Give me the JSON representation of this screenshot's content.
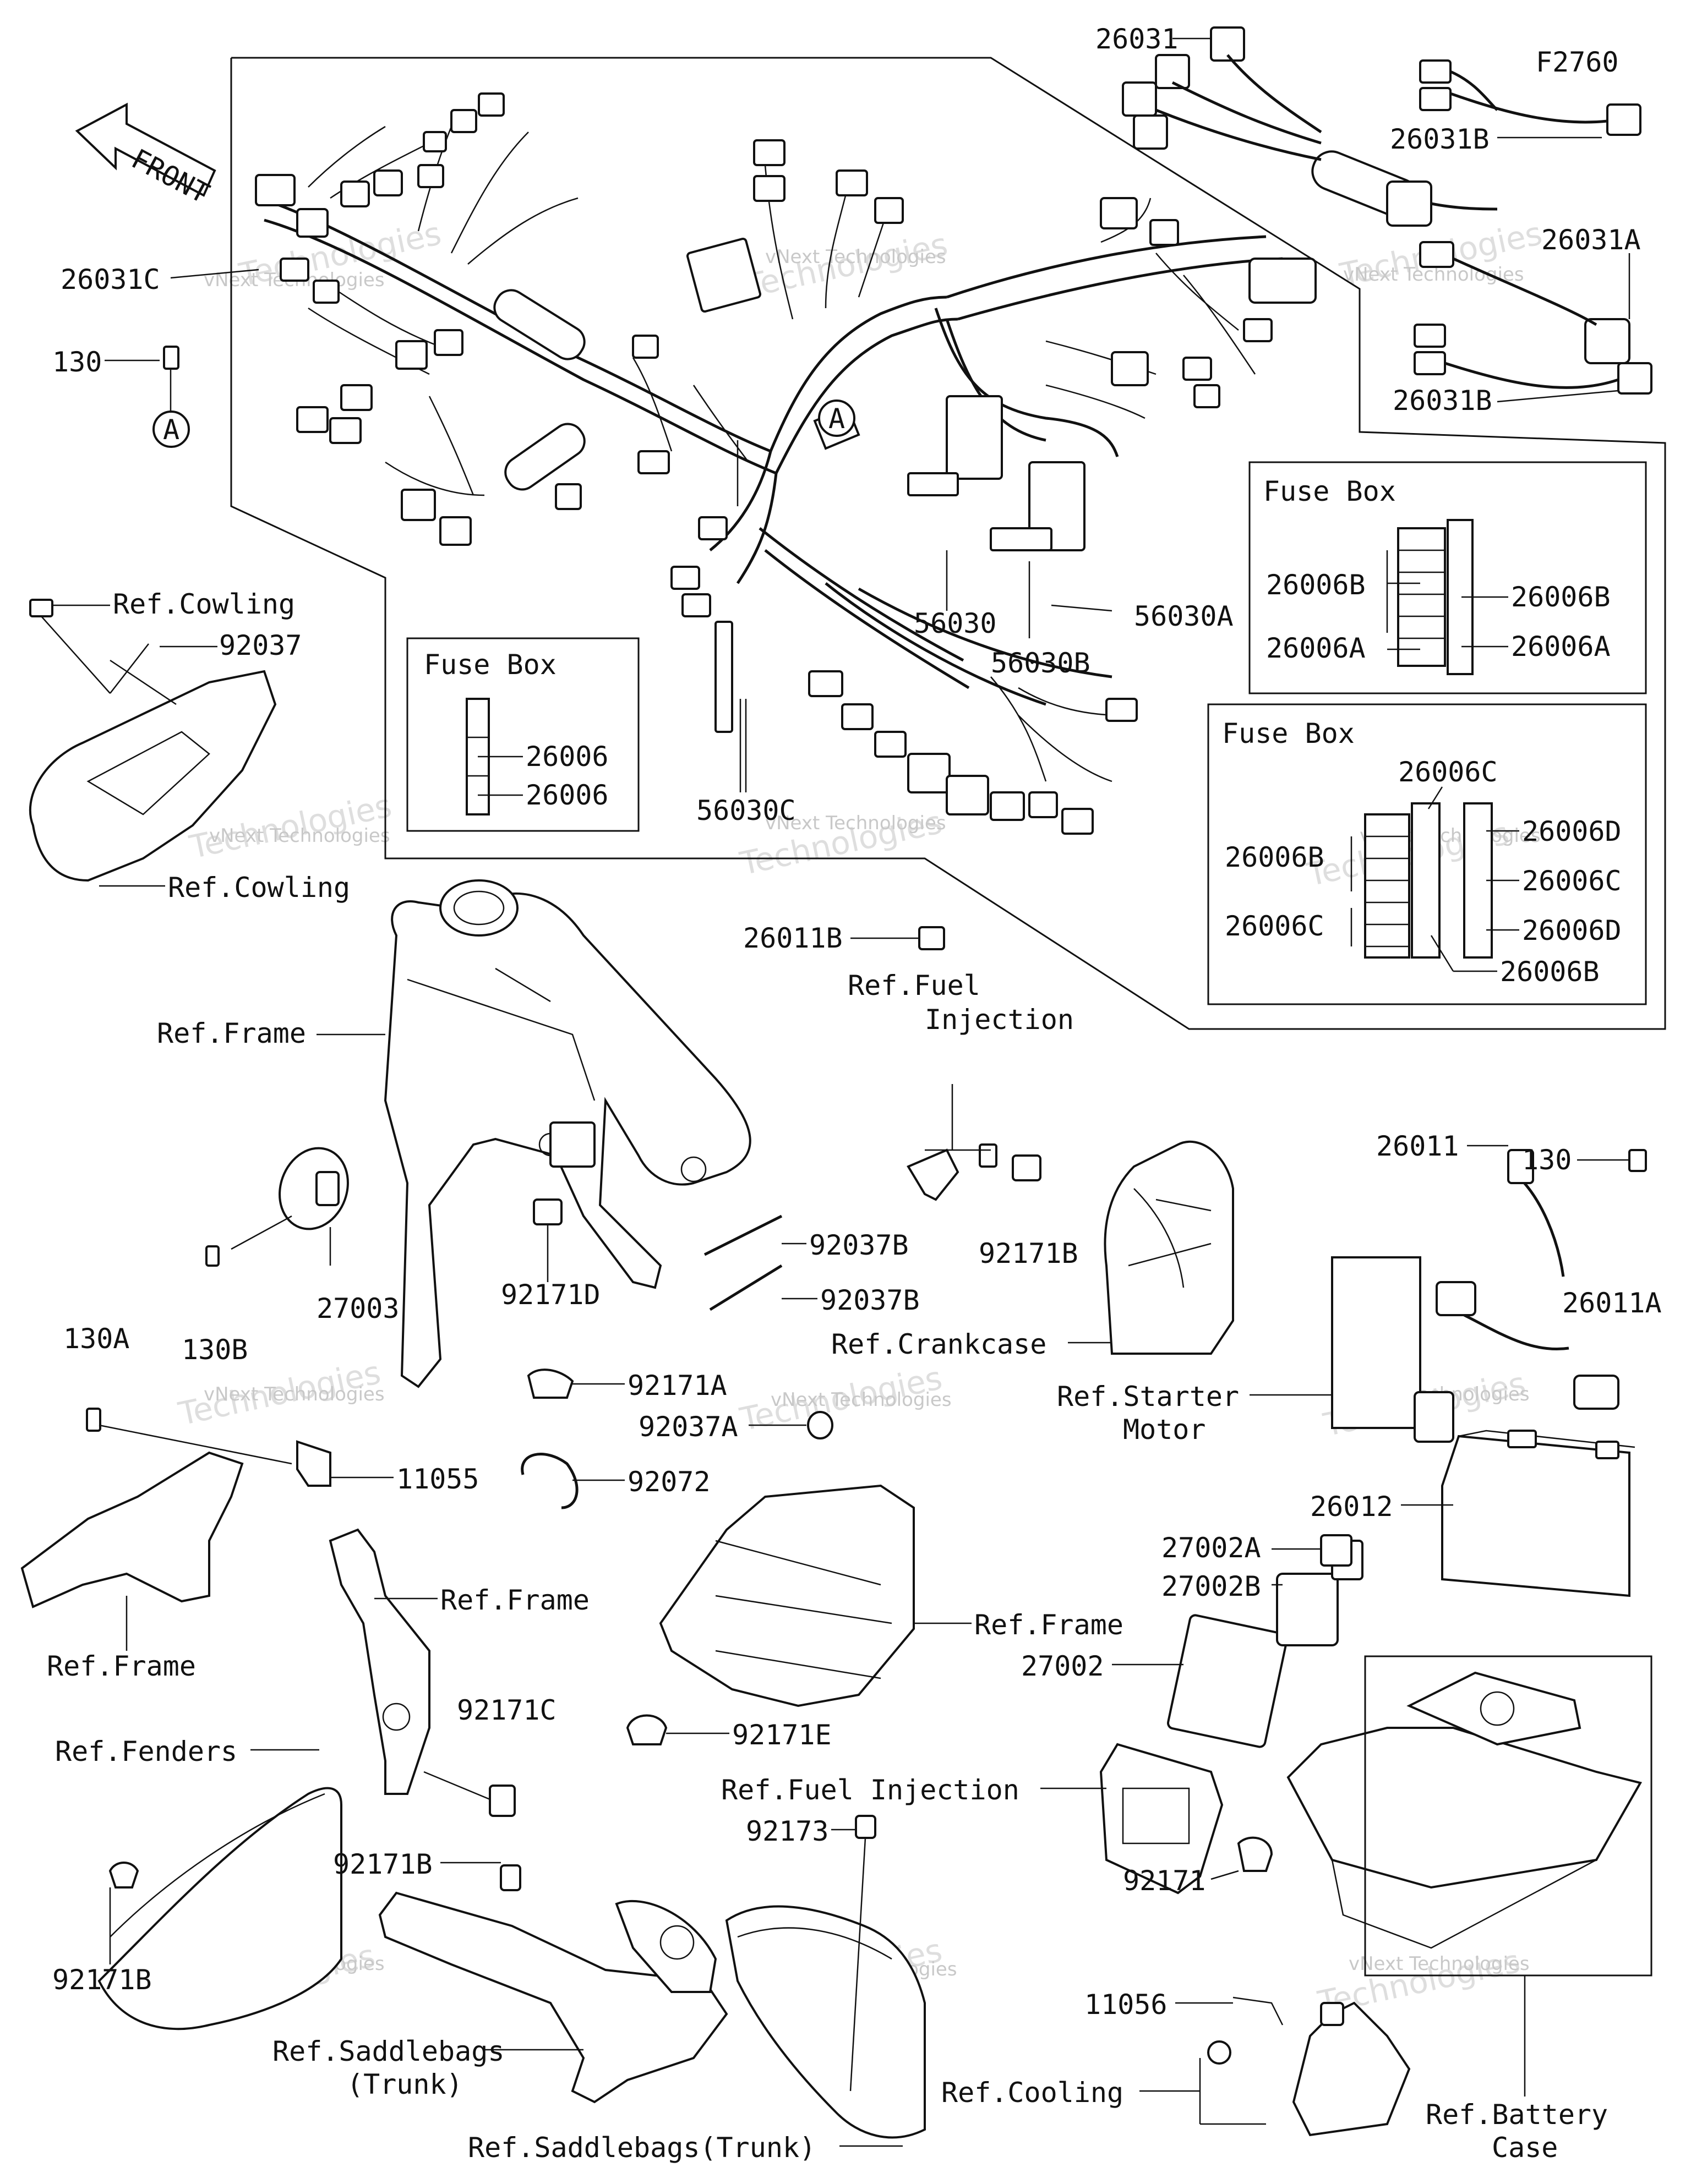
{
  "figure_code": "F2760",
  "front_arrow_label": "FRONT",
  "ref_marker": "A",
  "fuse_box_title": "Fuse Box",
  "watermark": {
    "line1": "vNext",
    "line2": "vNext Technologies",
    "line3": "Technologies"
  },
  "labels": {
    "p26031": "26031",
    "p26031A": "26031A",
    "p26031B_top": "26031B",
    "p26031B_bot": "26031B",
    "p26031C": "26031C",
    "p130_top": "130",
    "p92037": "92037",
    "ref_cowling_top": "Ref.Cowling",
    "ref_cowling_bot": "Ref.Cowling",
    "p56030": "56030",
    "p56030A": "56030A",
    "p56030B": "56030B",
    "p56030C": "56030C",
    "p26006_1": "26006",
    "p26006_2": "26006",
    "p26006B_l": "26006B",
    "p26006B_r": "26006B",
    "p26006A_l": "26006A",
    "p26006A_r": "26006A",
    "p26006C_top": "26006C",
    "p26006D_top": "26006D",
    "p26006B_mid": "26006B",
    "p26006C_r": "26006C",
    "p26006C_l": "26006C",
    "p26006D_bot": "26006D",
    "p26006B_bot": "26006B",
    "p26011B": "26011B",
    "ref_fuel_inj_1": "Ref.Fuel",
    "ref_fuel_inj_2": "Injection",
    "ref_frame_top": "Ref.Frame",
    "p92171B_mid": "92171B",
    "p92037B_1": "92037B",
    "p92037B_2": "92037B",
    "ref_crankcase": "Ref.Crankcase",
    "p27003": "27003",
    "p130B": "130B",
    "p92171D": "92171D",
    "p130_right": "130",
    "p26011": "26011",
    "p26011A": "26011A",
    "ref_starter_1": "Ref.Starter",
    "ref_starter_2": "Motor",
    "p130A": "130A",
    "p92171A": "92171A",
    "p92037A": "92037A",
    "p11055": "11055",
    "p92072": "92072",
    "p26012": "26012",
    "ref_frame_left": "Ref.Frame",
    "ref_frame_mid": "Ref.Frame",
    "ref_frame_center": "Ref.Frame",
    "p27002A": "27002A",
    "p27002B": "27002B",
    "p27002": "27002",
    "p92171C": "92171C",
    "p92171E": "92171E",
    "ref_fenders": "Ref.Fenders",
    "ref_fuel_inj_long": "Ref.Fuel Injection",
    "p92173": "92173",
    "p92171B_left": "92171B",
    "p92171B_low": "92171B",
    "p92171": "92171",
    "p11056": "11056",
    "ref_saddle_1": "Ref.Saddlebags",
    "ref_saddle_2": "(Trunk)",
    "ref_saddle_full": "Ref.Saddlebags(Trunk)",
    "ref_cooling": "Ref.Cooling",
    "ref_battery_1": "Ref.Battery",
    "ref_battery_2": "Case"
  }
}
